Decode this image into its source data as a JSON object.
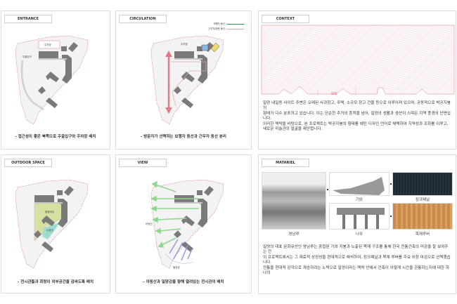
{
  "panels": {
    "entrance": {
      "title": "ENTRANCE",
      "labels": {
        "parking": "주차장",
        "main_entrance": "주출입구"
      },
      "caption": "- 접근성이 좋은 북쪽으로 주출입구와 주차장 배치"
    },
    "circulation": {
      "title": "CIRCULATION",
      "legend": [
        {
          "label": "보행자 동선 :",
          "color": "#3a8a4a"
        },
        {
          "label": "근무자/방문 동선 :",
          "color": "#e8a0a8"
        }
      ],
      "labels": {
        "parking": "주차장"
      },
      "caption": "- 방문자가 선택하는 보행자 동선과 근무자 동선 분리"
    },
    "context": {
      "title": "CONTEXT",
      "site_label": "SITE",
      "paragraph": [
        "밀양 내일동 사이트 주변은 오래된 사과창고, 주택, 소규모 창고 건물 등으로 이루어져 있으며, 공동적으로 박공지붕의",
        "형태가 다수 분포하고 있습니다. 이는 단순한 주거의 흔적을 넘어, 밀양의 생활과 생산이 스며든 지역 풍경의 단면입니다.",
        "이러한 맥락을 바탕으로, 본 프로젝트는 박공지붕의 형태를 예민 디자인 언어로 채택하여 지역성과 조화를 이루고,",
        "새로운 미술관의 얼굴을 제안합니다."
      ]
    },
    "outdoor_space": {
      "title": "OUTDOOR SPACE",
      "labels": {
        "yard": "중정마당",
        "water": "수공간"
      },
      "caption": "- 전시관들과 회랑이 외부공간을 감싸도록 배치"
    },
    "view": {
      "title": "VIEW",
      "labels": {
        "mountain": "아동산",
        "river": "밀양강"
      },
      "caption": "- 아동산과 밀양강을 향해 열려있는 전시관의 배치"
    },
    "material": {
      "title": "MATARIEL",
      "images": [
        {
          "caption": "영남루"
        },
        {
          "caption": "기와"
        },
        {
          "caption": "징크패널"
        },
        {
          "caption": "나무"
        },
        {
          "caption": "목재루버"
        }
      ],
      "paragraph": [
        "밀양의 대표 문화유산인 영남루는 중첩된 기와 지붕과 노출된 목재 구조를 통해 한국 전통건축의 미감을 잘 보여주는 건",
        "이 프로젝트에서는 그 재료적 상징성을 현대적으로 해석하여, 징크패널과 목재 루버를 주요 외장 마감으로 선택했습니다.",
        "전통을 현대적 감각으로 계승하려는 노력으로 밀양이라는 맥락 안에서 건축이 어떻게 시간을 관통하는지에 대한 하나의"
      ]
    }
  },
  "colors": {
    "site_outline": "#e07a86",
    "building": "#7a7a7a",
    "view_mountain": "#8fd68f",
    "view_river": "#8f96e0",
    "yard": "#d6e0a0",
    "water": "#9fdcd0"
  }
}
